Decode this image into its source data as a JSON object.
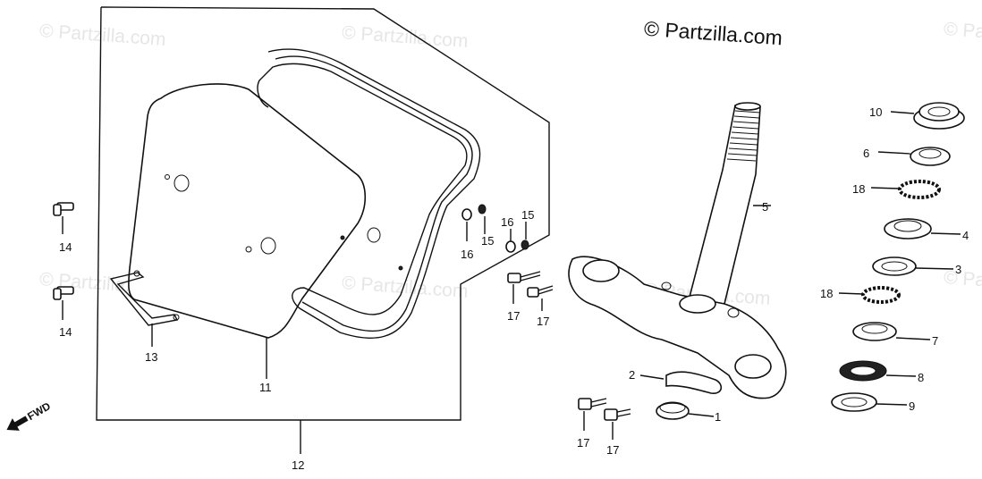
{
  "watermarks": [
    "© Partzilla.com",
    "© Partzilla.com",
    "© Partzilla.com",
    "© Partzilla.com",
    "© Partzilla.com",
    "© Partzilla.com",
    "© Partzilla.com"
  ],
  "copyright": "© Partzilla.com",
  "fwd_label": "FWD",
  "callouts": {
    "c1": "1",
    "c2": "2",
    "c3": "3",
    "c4": "4",
    "c5": "5",
    "c6": "6",
    "c7": "7",
    "c8": "8",
    "c9": "9",
    "c10": "10",
    "c11": "11",
    "c12": "12",
    "c13": "13",
    "c14a": "14",
    "c14b": "14",
    "c15a": "15",
    "c15b": "15",
    "c16a": "16",
    "c16b": "16",
    "c17a": "17",
    "c17b": "17",
    "c17c": "17",
    "c17d": "17",
    "c18a": "18",
    "c18b": "18"
  }
}
